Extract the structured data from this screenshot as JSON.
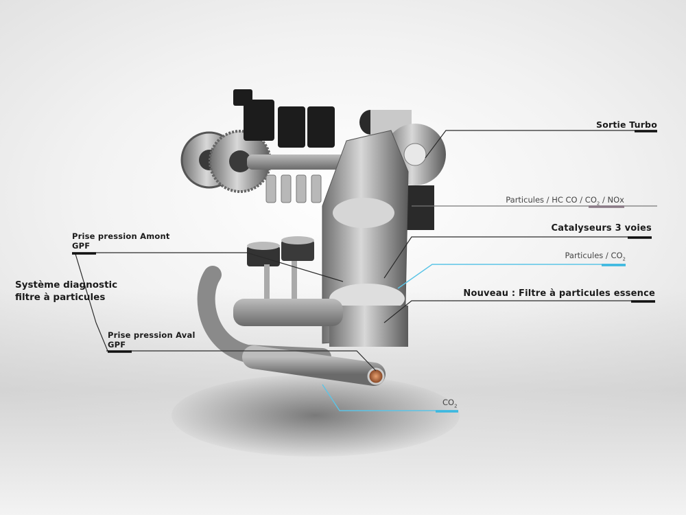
{
  "diagram": {
    "subject": "engine-cutaway-with-exhaust-aftertreatment",
    "labels": {
      "sortie_turbo": "Sortie Turbo",
      "particules_hc": {
        "prefix": "Particules / HC CO / CO",
        "sub": "2",
        "suffix": " / NOx"
      },
      "catalyseurs": "Catalyseurs 3 voies",
      "particules_co2": {
        "prefix": "Particules / CO",
        "sub": "2"
      },
      "nouveau_filtre": "Nouveau : Filtre à particules essence",
      "co2": {
        "prefix": "CO",
        "sub": "2"
      },
      "prise_amont": {
        "line1": "Prise pression Amont",
        "line2": "GPF"
      },
      "prise_aval": {
        "line1": "Prise pression Aval",
        "line2": "GPF"
      },
      "systeme_diag": {
        "line1": "Système diagnostic",
        "line2": "filtre à particules"
      }
    },
    "colors": {
      "leader_dark": "#2a2a2a",
      "leader_blue": "#5bc4e6",
      "underline_dark": "#111111",
      "underline_blue": "#3bb8e0",
      "underline_mauve": "#8a7a86"
    }
  }
}
